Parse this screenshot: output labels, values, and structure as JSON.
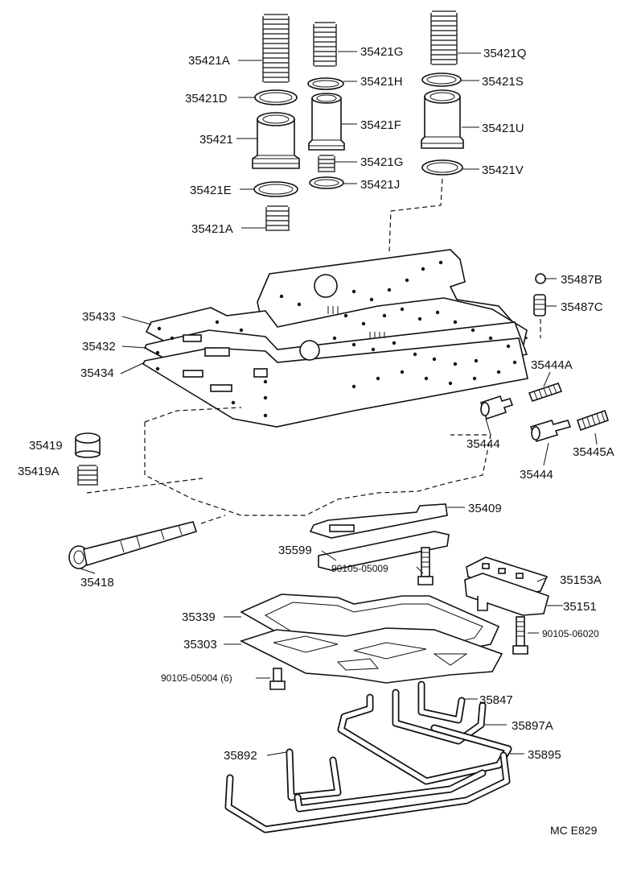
{
  "labels": {
    "p35421A_top": "35421A",
    "p35421G_top": "35421G",
    "p35421Q": "35421Q",
    "p35421H": "35421H",
    "p35421S": "35421S",
    "p35421D": "35421D",
    "p35421F": "35421F",
    "p35421": "35421",
    "p35421U": "35421U",
    "p35421G_mid": "35421G",
    "p35421V": "35421V",
    "p35421E": "35421E",
    "p35421J": "35421J",
    "p35421A_bottom": "35421A",
    "p35487B": "35487B",
    "p35487C": "35487C",
    "p35433": "35433",
    "p35432": "35432",
    "p35434": "35434",
    "p35444A": "35444A",
    "p35444_left": "35444",
    "p35444_right": "35444",
    "p35445A": "35445A",
    "p35419": "35419",
    "p35419A": "35419A",
    "p35409": "35409",
    "p35599": "35599",
    "p35418": "35418",
    "p90105_05009": "90105-05009",
    "p35153A": "35153A",
    "p35151": "35151",
    "p35339": "35339",
    "p90105_06020": "90105-06020",
    "p35303": "35303",
    "p90105_05004": "90105-05004 (6)",
    "p35847": "35847",
    "p35897A": "35897A",
    "p35892": "35892",
    "p35895": "35895",
    "figure_code": "MC  E829"
  }
}
